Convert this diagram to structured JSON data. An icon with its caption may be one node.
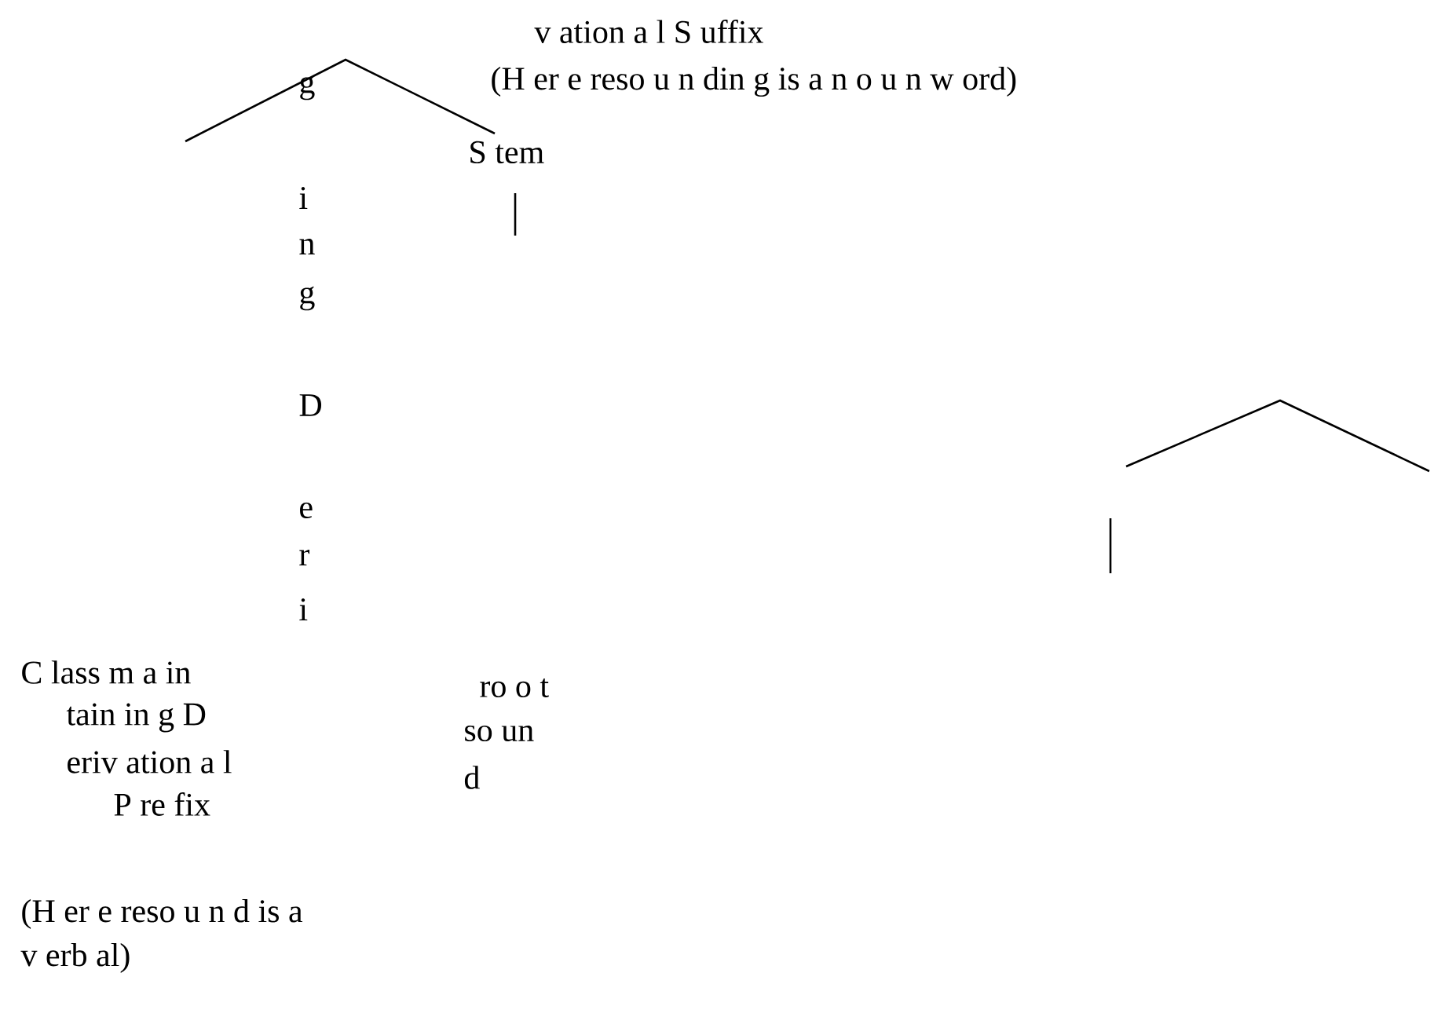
{
  "diagram": {
    "labels": [
      "v ation a l S uffix",
      "(H er e reso u n din g is a n o u n w ord)",
      "g",
      "S tem",
      "i",
      "n",
      "g",
      "D",
      "e",
      "r",
      "i",
      "C lass m a in",
      "ro o t",
      "tain in g D",
      "so un",
      "eriv ation a l",
      "d",
      "P re fix",
      "(H er e reso u n d is a",
      "v erb al)"
    ]
  }
}
